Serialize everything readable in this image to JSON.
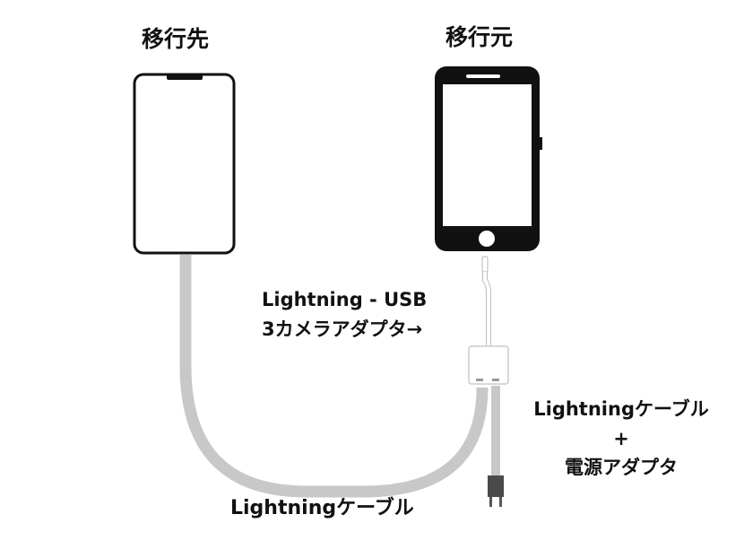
{
  "labels": {
    "destination": "移行先",
    "source": "移行元",
    "adapter_line1": "Lightning - USB",
    "adapter_line2": "3カメラアダプタ→",
    "right_line1": "Lightningケーブル",
    "right_line2": "+",
    "right_line3": "電源アダプタ",
    "bottom_cable": "Lightningケーブル"
  },
  "colors": {
    "cable": "#c8c8c8",
    "phone_frame": "#111111",
    "screen": "#ffffff"
  }
}
